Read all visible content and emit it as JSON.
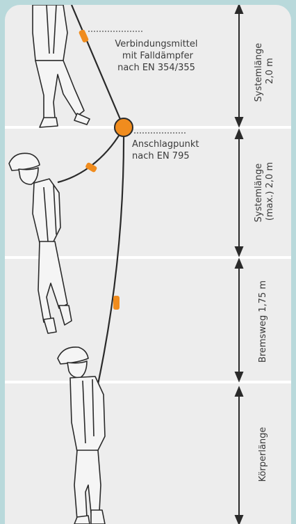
{
  "labels": {
    "lanyard": [
      "Verbindungsmittel",
      "mit Falldämpfer",
      "nach EN 354/355"
    ],
    "anchor": [
      "Anschlagpunkt",
      "nach EN 795"
    ]
  },
  "dimensions": [
    {
      "lines": [
        "Systemlänge",
        "2,0 m"
      ]
    },
    {
      "lines": [
        "Systemlänge",
        "(max.) 2,0 m"
      ]
    },
    {
      "lines": [
        "Bremsweg 1,75 m"
      ]
    },
    {
      "lines": [
        "Körperlänge"
      ]
    }
  ],
  "colors": {
    "background": "#b9d9db",
    "panel": "#ededed",
    "accent": "#f08c1e",
    "line": "#2a2a2a"
  }
}
